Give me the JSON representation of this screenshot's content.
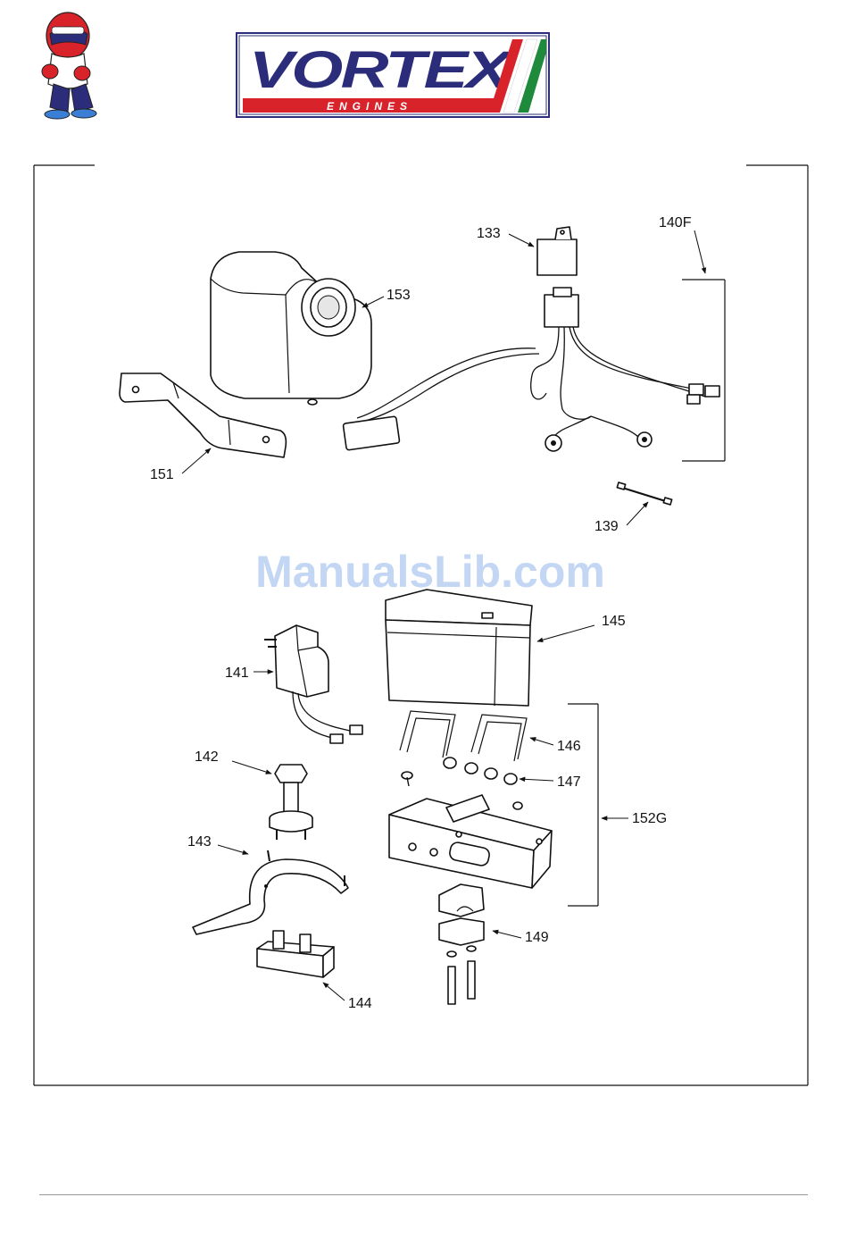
{
  "brand": {
    "logo_text": "VORTEX",
    "logo_subtext": "ENGINES",
    "colors": {
      "navy": "#2b2d7a",
      "red": "#d8232a",
      "green": "#1f8a3c",
      "white": "#ffffff"
    }
  },
  "watermark": "ManualsLib.com",
  "callouts": {
    "c133": "133",
    "c140F": "140F",
    "c153": "153",
    "c151": "151",
    "c139": "139",
    "c145": "145",
    "c141": "141",
    "c146": "146",
    "c142": "142",
    "c147": "147",
    "c152G": "152G",
    "c143": "143",
    "c149": "149",
    "c144": "144"
  }
}
